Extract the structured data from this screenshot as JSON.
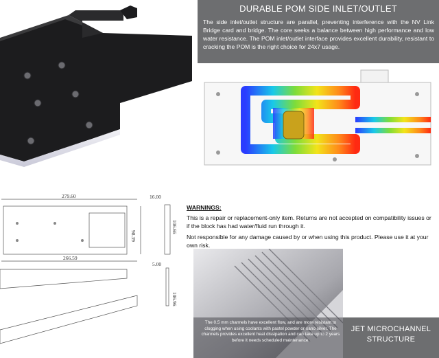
{
  "top_right": {
    "title": "DURABLE POM SIDE INLET/OUTLET",
    "body": "The side inlet/outlet structure are parallel, preventing interference with the NV Link Bridge card and bridge. The core seeks a balance between high performance and low water resistance. The POM inlet/outlet interface provides excellent durability, resistant to cracking the POM is the right choice for 24x7 usage."
  },
  "drawing": {
    "dims": {
      "top_length": "279.60",
      "bottom_length": "266.59",
      "inner_height": "98.39",
      "outer_height": "106.66",
      "thickness_top": "16.00",
      "thickness_bottom": "5.00",
      "side_height": "106.96"
    }
  },
  "warnings": {
    "heading": "WARNINGS:",
    "line1": "This is a repair or replacement-only item. Returns are not accepted on compatibility issues or if the block has had water/fluid run through it.",
    "line2": "Not responsible for any damage caused by or when using this product. Please use it at your own risk."
  },
  "jet": {
    "title_line1": "JET MICROCHANNEL",
    "title_line2": "STRUCTURE",
    "caption": "The 0.5 mm channels have excellent flow, and are more resistant to clogging when using coolants with pastel powder or nano silver. The channels provides excellent heat dissipation and can take up to 2 years before it needs scheduled maintenance."
  },
  "colors": {
    "header_gray": "#6d6e70",
    "block_black": "#1c1c1e"
  }
}
